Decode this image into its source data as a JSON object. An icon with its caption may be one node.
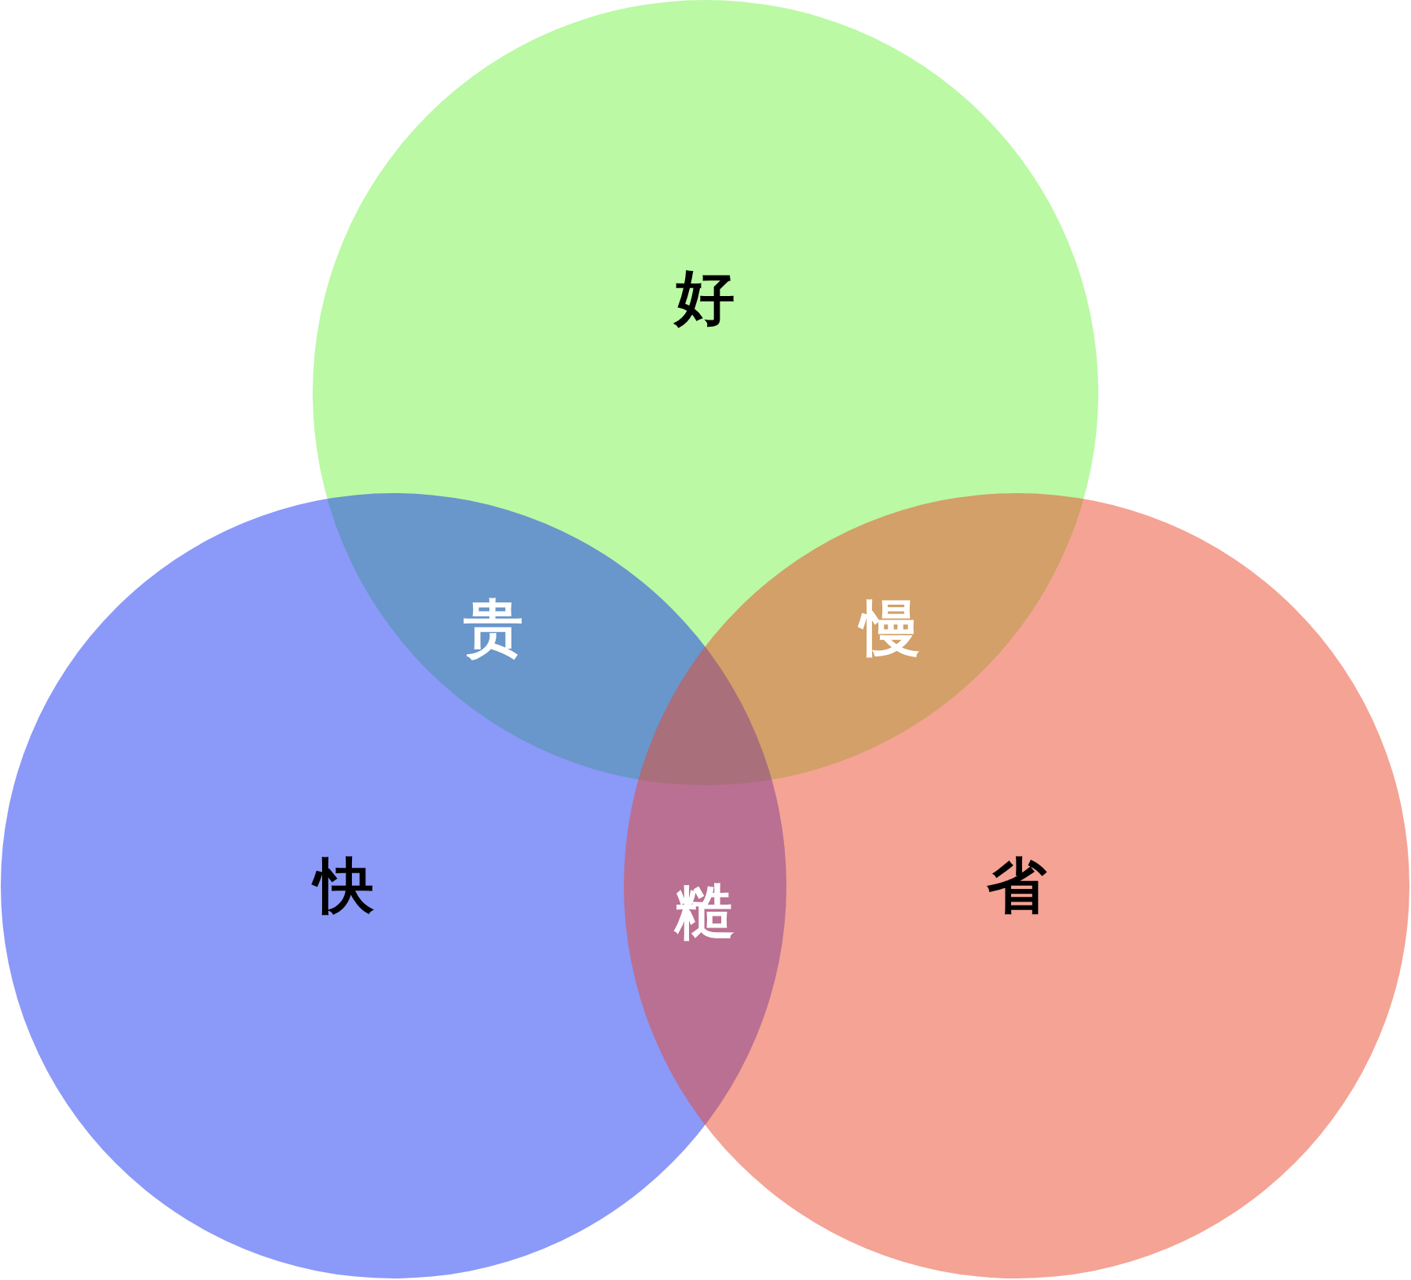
{
  "diagram": {
    "nodes": [
      {
        "text": [
          "好"
        ]
      },
      {
        "text": [
          "快"
        ]
      },
      {
        "text": [
          "省"
        ]
      }
    ],
    "labels": [
      "贵",
      "慢",
      "糙"
    ]
  }
}
